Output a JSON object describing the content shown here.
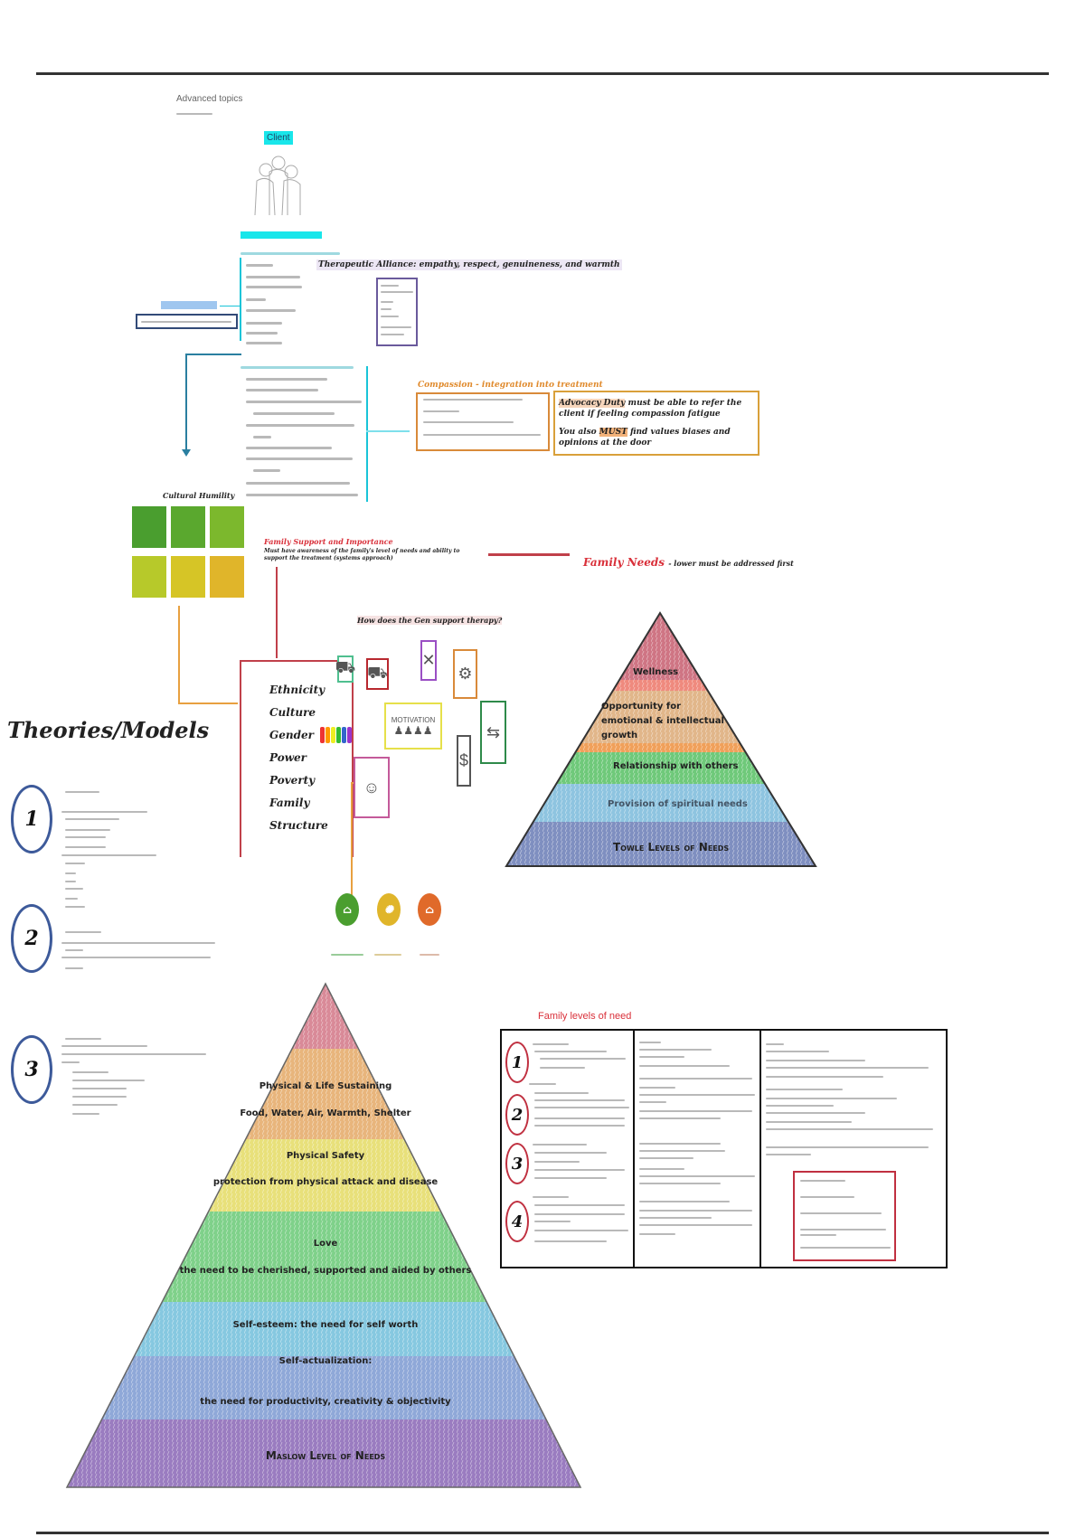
{
  "page": {
    "title": "Advanced topics",
    "client_label": "Client"
  },
  "alliance": {
    "title": "Therapeutic Alliance: empathy, respect, genuineness, and warmth"
  },
  "compassion": {
    "title": "Compassion - integration into treatment",
    "advocacy_lead": "Advocacy Duty",
    "advocacy_text": "must be able to refer the client if feeling compassion fatigue",
    "must_lead": "You also",
    "must_word": "MUST",
    "must_text": "find values biases and opinions at the door"
  },
  "cultural": {
    "title": "Cultural Humility"
  },
  "family_support": {
    "title": "Family Support and Importance",
    "subtitle": "Must have awareness of the family's level of needs and ability to support the treatment (systems approach)"
  },
  "family_needs": {
    "title": "Family Needs",
    "note": "- lower must be addressed first"
  },
  "diversity": {
    "question": "How does the Gen support therapy?",
    "words": [
      "Ethnicity",
      "Culture",
      "Gender",
      "Power",
      "Poverty",
      "Family",
      "Structure"
    ],
    "motivation": "MOTIVATION"
  },
  "theories": {
    "title": "Theories/Models",
    "numbers": [
      "1",
      "2",
      "3"
    ]
  },
  "towle": {
    "levels": [
      "Wellness",
      "Opportunity for emotional & intellectual growth",
      "Relationship with others",
      "Provision of spiritual needs",
      "Towle Levels of Needs"
    ]
  },
  "maslow": {
    "levels": [
      "Physical & Life Sustaining",
      "Food, Water, Air, Warmth, Shelter",
      "Physical Safety",
      "protection from physical attack and disease",
      "Love",
      "the need to be cherished, supported and aided by others",
      "Self-esteem: the need for self worth",
      "Self-actualization:",
      "the need for productivity, creativity & objectivity",
      "Maslow Level of Needs"
    ]
  },
  "family_levels": {
    "title": "Family levels of need",
    "numbers": [
      "1",
      "2",
      "3",
      "4"
    ]
  },
  "colors": {
    "cyan": "#19e6ea",
    "orange": "#e08a2c",
    "red": "#d9303a",
    "teal": "#2a7fa0"
  }
}
